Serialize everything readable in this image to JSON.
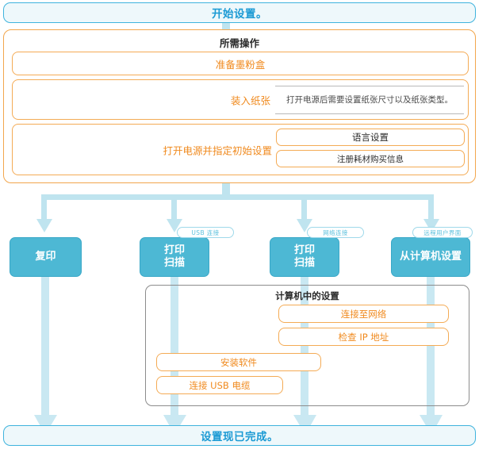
{
  "banners": {
    "start": "开始设置。",
    "end": "设置现已完成。"
  },
  "required_panel": {
    "title": "所需操作",
    "rows": [
      {
        "label": "准备墨粉盒"
      },
      {
        "label": "装入纸张",
        "note": "打开电源后需要设置纸张尺寸以及纸张类型。"
      },
      {
        "label": "打开电源并指定初始设置",
        "sub_boxes": [
          "语言设置",
          "注册耗材购买信息"
        ]
      }
    ]
  },
  "functions": [
    {
      "name": "copy",
      "lines": [
        "复印"
      ],
      "badge": null
    },
    {
      "name": "usb",
      "lines": [
        "打印",
        "扫描"
      ],
      "badge": "USB 连接"
    },
    {
      "name": "network",
      "lines": [
        "打印",
        "扫描"
      ],
      "badge": "网络连接"
    },
    {
      "name": "remote",
      "lines": [
        "从计算机设置"
      ],
      "badge": "远程用户界面"
    }
  ],
  "computer_panel": {
    "title": "计算机中的设置",
    "boxes": [
      "连接至网络",
      "检查 IP 地址",
      "安装软件",
      "连接 USB 电缆"
    ]
  },
  "colors": {
    "blue_accent": "#3fb3dd",
    "blue_banner_bg": "#eef8fb",
    "blue_box_fill": "#4db8d4",
    "orange_border": "#f4ab55",
    "orange_text": "#f08a1e",
    "grey_border": "#8c8c8c",
    "arrow_fill": "#bfe4ef"
  }
}
